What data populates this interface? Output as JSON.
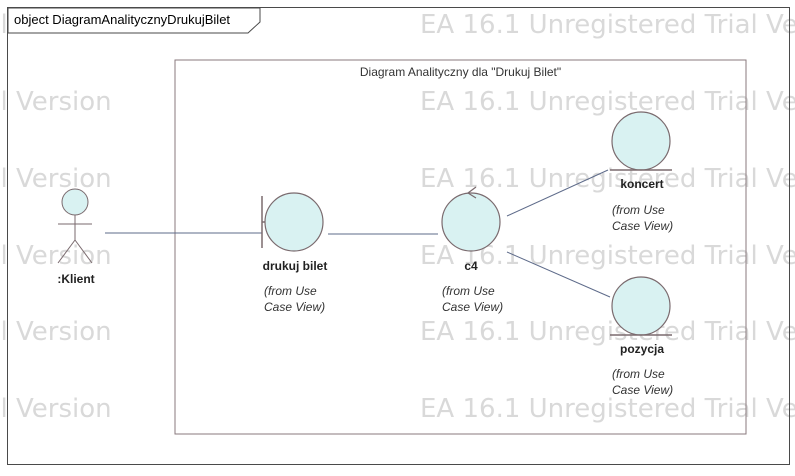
{
  "diagram": {
    "frame_label": "object DiagramAnalitycznyDrukujBilet",
    "boundary_title": "Diagram Analityczny dla \"Drukuj Bilet\"",
    "actor": {
      "name": ":Klient"
    },
    "nodes": {
      "boundary": {
        "name": "drukuj bilet",
        "note_line1": "(from Use",
        "note_line2": "Case View)"
      },
      "control": {
        "name": "c4",
        "note_line1": "(from Use",
        "note_line2": "Case View)"
      },
      "entity_top": {
        "name": "koncert",
        "note_line1": "(from Use",
        "note_line2": "Case View)"
      },
      "entity_bottom": {
        "name": "pozycja",
        "note_line1": "(from Use",
        "note_line2": "Case View)"
      }
    },
    "watermark": "EA 16.1 Unregistered Trial Version",
    "colors": {
      "fill": "#d9f2f2",
      "stroke": "#7a6a6e",
      "line": "#5e6b8a"
    }
  }
}
